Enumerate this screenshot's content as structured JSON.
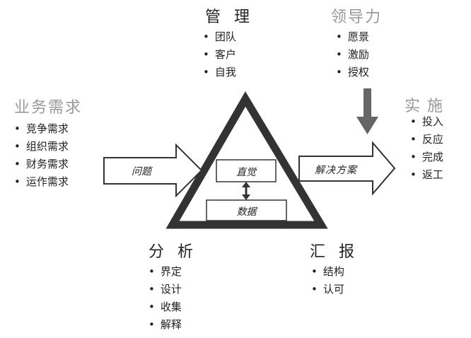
{
  "management": {
    "title": "管 理",
    "items": [
      "团队",
      "客户",
      "自我"
    ]
  },
  "leadership": {
    "title": "领导力",
    "items": [
      "愿景",
      "激励",
      "授权"
    ]
  },
  "business": {
    "title": "业务需求",
    "items": [
      "竞争需求",
      "组织需求",
      "财务需求",
      "运作需求"
    ]
  },
  "implementation": {
    "title": "实施",
    "items": [
      "投入",
      "反应",
      "完成",
      "返工"
    ]
  },
  "analysis": {
    "title": "分 析",
    "items": [
      "界定",
      "设计",
      "收集",
      "解释"
    ]
  },
  "reporting": {
    "title": "汇 报",
    "items": [
      "结构",
      "认可"
    ]
  },
  "center": {
    "problem": "问题",
    "intuition": "直觉",
    "data": "数据",
    "solution": "解决方案"
  }
}
